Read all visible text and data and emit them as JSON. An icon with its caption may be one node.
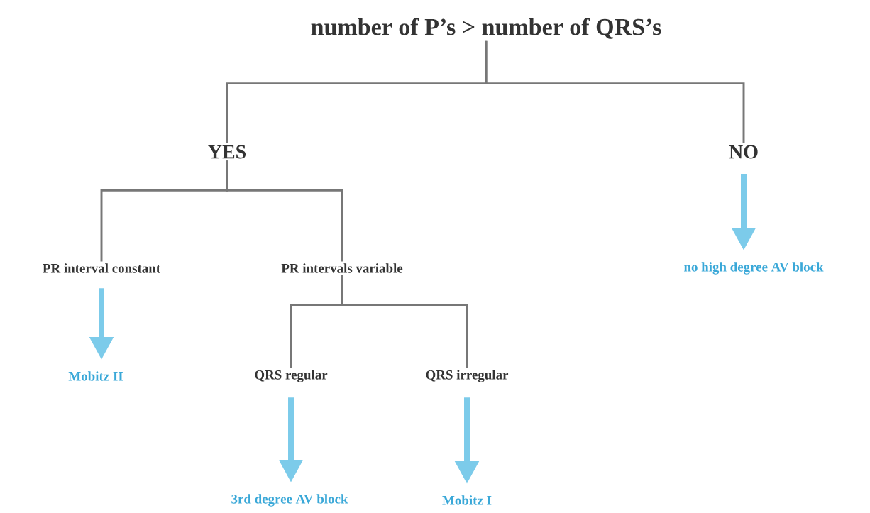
{
  "diagram": {
    "nodes": [
      {
        "text": [
          "number of P’s > number of QRS’s"
        ]
      },
      {
        "text": [
          "YES"
        ]
      },
      {
        "text": [
          "NO"
        ]
      },
      {
        "text": [
          "PR interval constant"
        ]
      },
      {
        "text": [
          "PR intervals variable"
        ]
      },
      {
        "text": [
          "Mobitz II"
        ]
      },
      {
        "text": [
          "QRS regular"
        ]
      },
      {
        "text": [
          "QRS irregular"
        ]
      },
      {
        "text": [
          "no high degree AV block"
        ]
      },
      {
        "text": [
          "3rd degree AV block"
        ]
      },
      {
        "text": [
          "Mobitz I"
        ]
      }
    ],
    "edges": [
      {
        "from": 0,
        "to": 1,
        "arrow": "none"
      },
      {
        "from": 0,
        "to": 2,
        "arrow": "none"
      },
      {
        "from": 1,
        "to": 3,
        "arrow": "none"
      },
      {
        "from": 1,
        "to": 4,
        "arrow": "none"
      },
      {
        "from": 4,
        "to": 6,
        "arrow": "none"
      },
      {
        "from": 4,
        "to": 7,
        "arrow": "none"
      },
      {
        "from": 2,
        "to": 8,
        "arrow": "to",
        "style": "thick",
        "color": "#7ccbea"
      },
      {
        "from": 3,
        "to": 5,
        "arrow": "to",
        "style": "thick",
        "color": "#7ccbea"
      },
      {
        "from": 6,
        "to": 9,
        "arrow": "to",
        "style": "thick",
        "color": "#7ccbea"
      },
      {
        "from": 7,
        "to": 10,
        "arrow": "to",
        "style": "thick",
        "color": "#7ccbea"
      }
    ]
  }
}
